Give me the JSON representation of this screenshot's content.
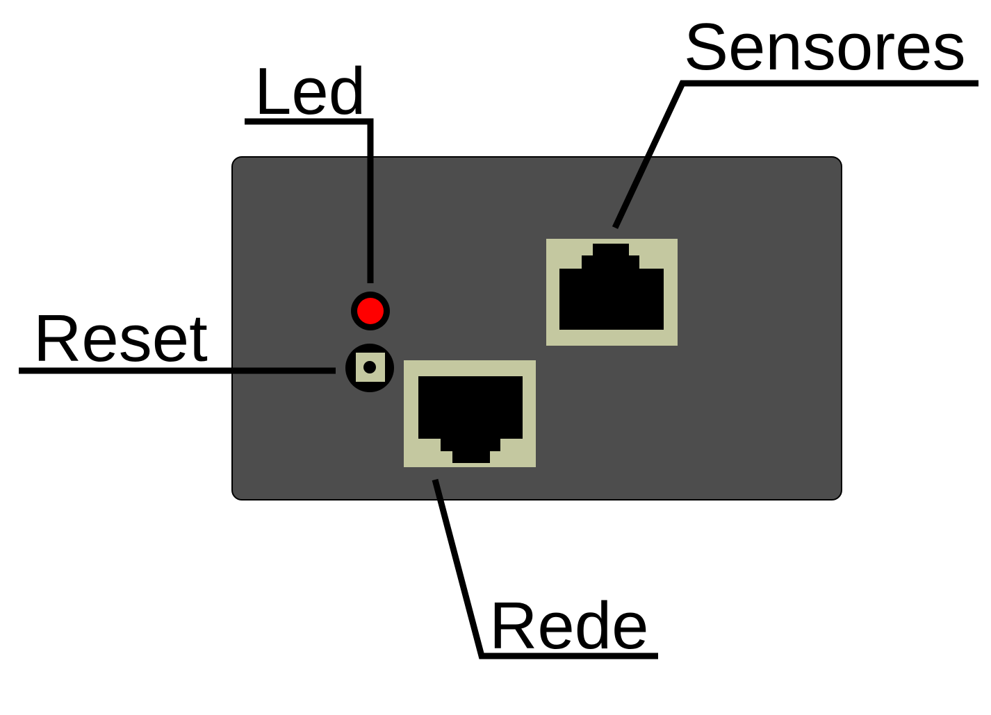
{
  "labels": {
    "led": "Led",
    "sensores": "Sensores",
    "reset": "Reset",
    "rede": "Rede"
  },
  "colors": {
    "panel": "#4d4d4d",
    "jack": "#c4c8a0",
    "led": "#ff0000",
    "line": "#000000"
  }
}
